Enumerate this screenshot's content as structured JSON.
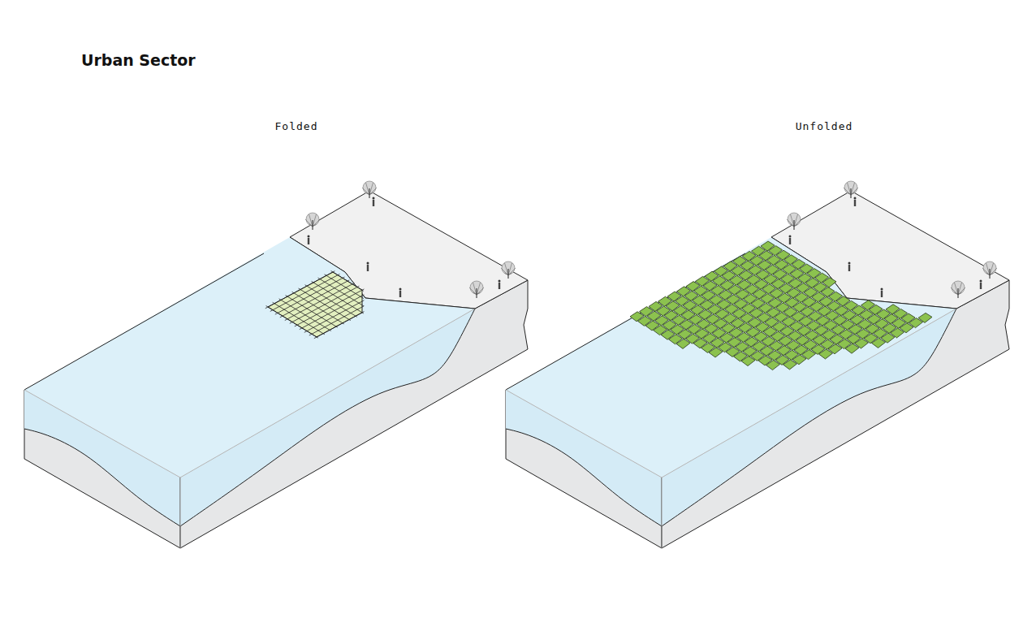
{
  "diagram": {
    "title": "Urban Sector",
    "labels": [
      "Folded",
      "Unfolded"
    ]
  }
}
